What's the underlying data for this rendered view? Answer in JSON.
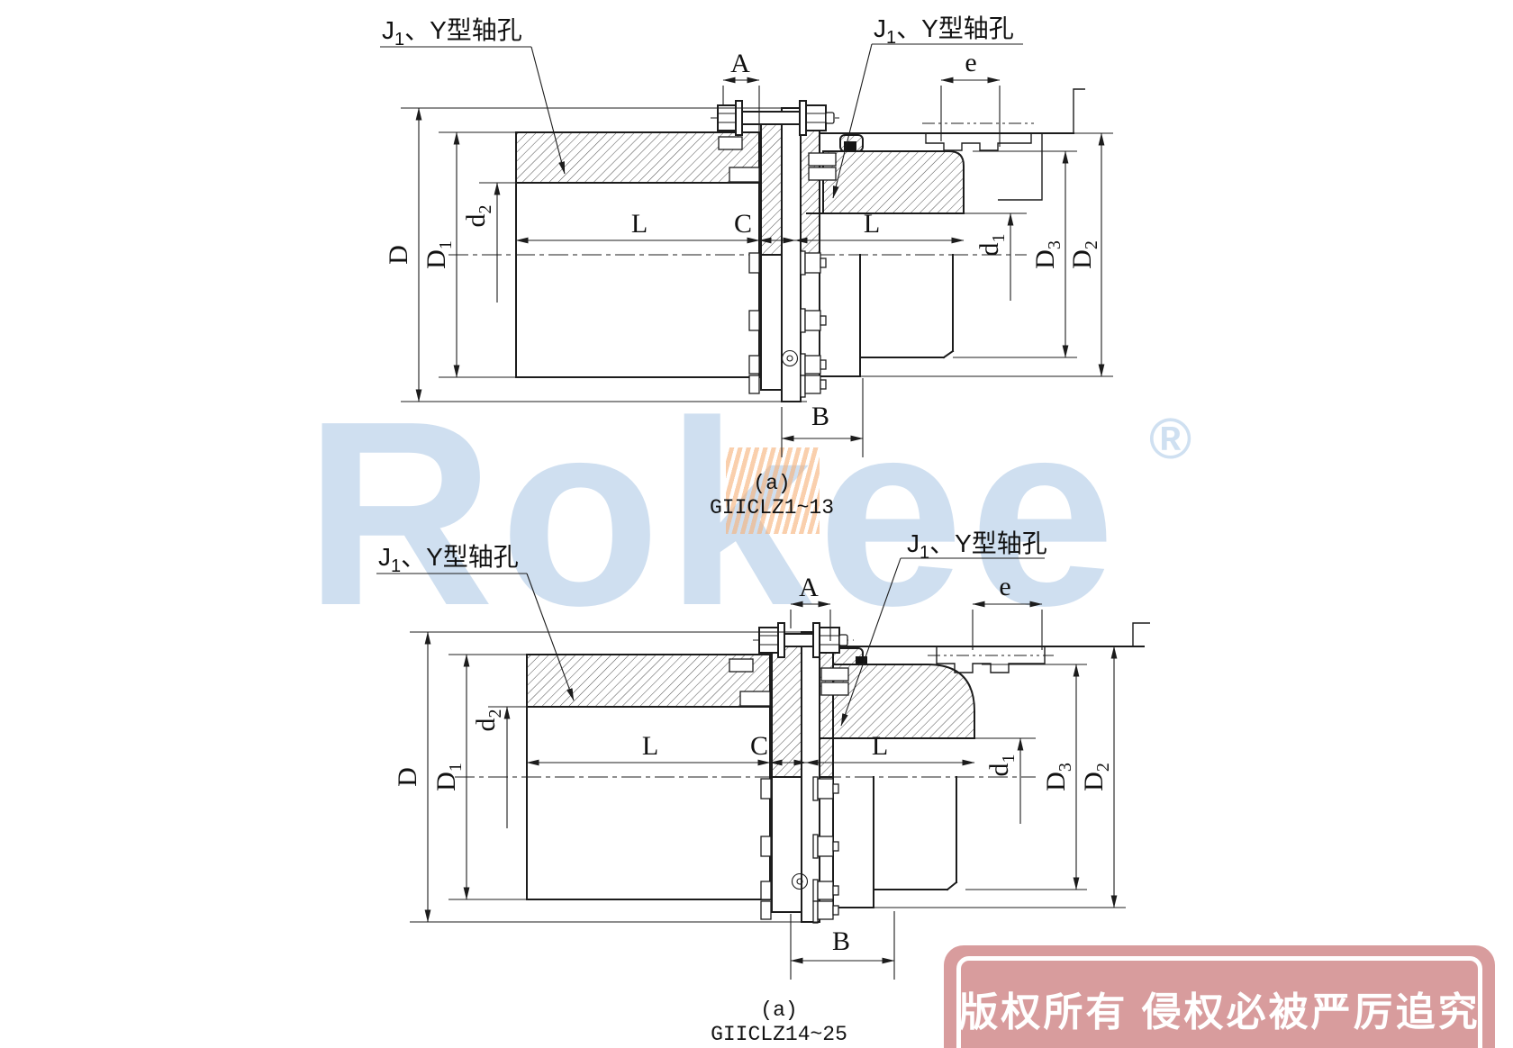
{
  "watermark": {
    "brand": "Rokee",
    "registered_symbol": "®"
  },
  "stamp": {
    "text": "版权所有 侵权必被严厉追究"
  },
  "labels": {
    "leader": {
      "main": "J",
      "sub": "1",
      "rest": "、Y型轴孔"
    }
  },
  "dims": {
    "A": "A",
    "e": "e",
    "B": "B",
    "C": "C",
    "L": "L",
    "D": "D",
    "D1": {
      "main": "D",
      "sub": "1"
    },
    "D2": {
      "main": "D",
      "sub": "2"
    },
    "D3": {
      "main": "D",
      "sub": "3"
    },
    "d1": {
      "main": "d",
      "sub": "1"
    },
    "d2": {
      "main": "d",
      "sub": "2"
    }
  },
  "captions": {
    "top": {
      "index": "(a)",
      "model": "GIICLZ1~13"
    },
    "bottom": {
      "index": "(a)",
      "model": "GIICLZ14~25"
    }
  }
}
